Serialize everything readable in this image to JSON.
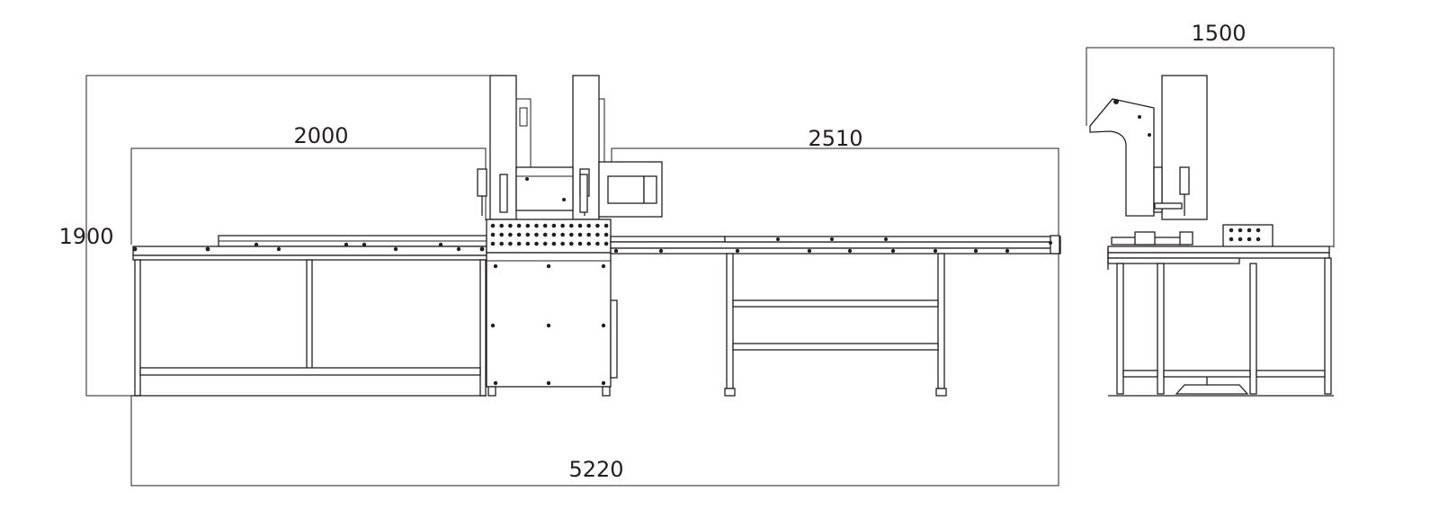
{
  "dimensions": {
    "left_table_length": "2000",
    "right_table_length": "2510",
    "overall_length": "5220",
    "overall_height": "1900",
    "side_width": "1500"
  },
  "colors": {
    "line": "#231f20",
    "background": "#ffffff"
  }
}
